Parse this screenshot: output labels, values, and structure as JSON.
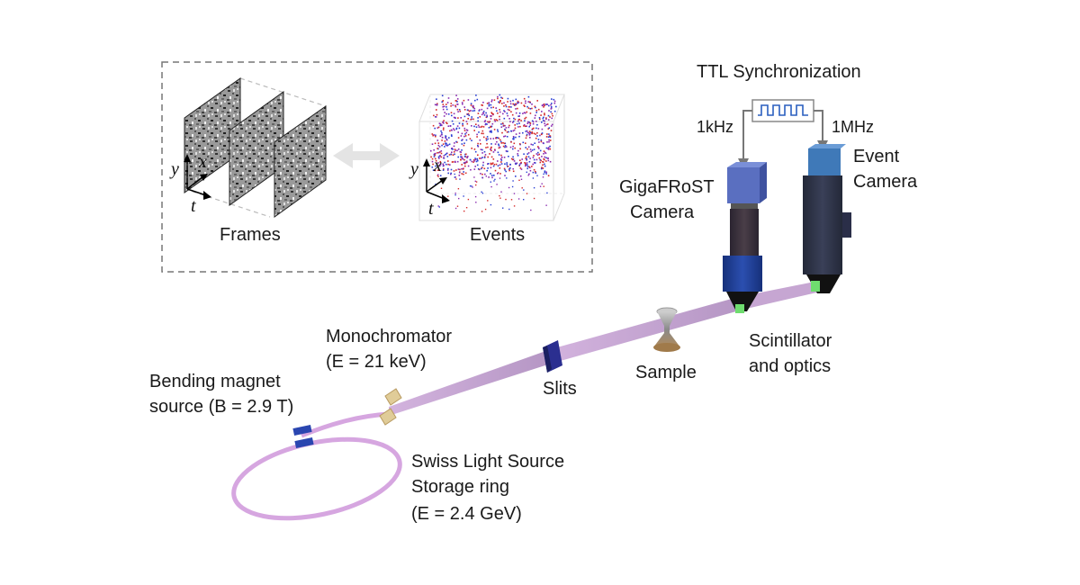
{
  "inset": {
    "frames_label": "Frames",
    "events_label": "Events",
    "axes": {
      "y": "y",
      "x": "x",
      "t": "t"
    }
  },
  "sync": {
    "title": "TTL Synchronization",
    "left_freq": "1kHz",
    "right_freq": "1MHz"
  },
  "labels": {
    "gigafrost_line1": "GigaFRoST",
    "gigafrost_line2": "Camera",
    "event_line1": "Event",
    "event_line2": "Camera",
    "scint_line1": "Scintillator",
    "scint_line2": "and optics",
    "sample": "Sample",
    "slits": "Slits",
    "mono_line1": "Monochromator",
    "mono_line2": "(E = 21 keV)",
    "bend_line1": "Bending magnet",
    "bend_line2": "source (B = 2.9 T)",
    "sls_line1": "Swiss Light Source",
    "sls_line2": "Storage ring",
    "sls_line3": "(E = 2.4 GeV)"
  },
  "colors": {
    "beam": "#c9a8d6",
    "ring": "#d6a6e0",
    "camera_blue": "#1f3f9a",
    "camera_head": "#5a6fc0",
    "event_head": "#3f79b8",
    "event_red": "#d42a2a",
    "event_blue": "#2a3fd4"
  }
}
